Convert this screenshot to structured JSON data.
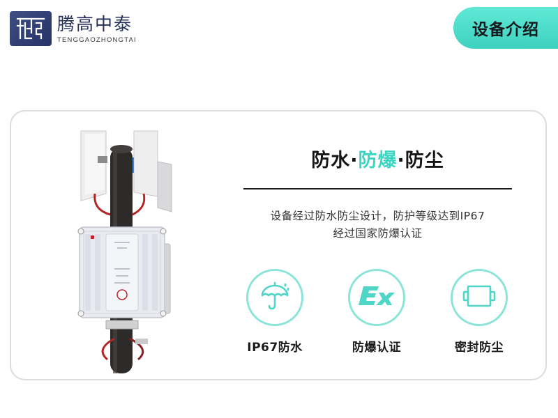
{
  "header": {
    "brand_cn": "腾高中泰",
    "brand_en": "TENGGAOZHONGTAI",
    "logo_icon": "brand-logo-mark",
    "intro_tab_label": "设备介绍"
  },
  "feature_section": {
    "title_part1": "防水·",
    "title_accent": "防爆",
    "title_part3": "·防尘",
    "description_line1": "设备经过防水防尘设计，防护等级达到IP67",
    "description_line2": "经过国家防爆认证",
    "features": [
      {
        "label": "IP67防水",
        "icon": "umbrella-rain-icon"
      },
      {
        "label": "防爆认证",
        "icon": "ex-mark-icon"
      },
      {
        "label": "密封防尘",
        "icon": "sealed-box-icon"
      }
    ]
  },
  "colors": {
    "accent": "#3ad6c4",
    "tab": "#4ddcc9",
    "logo": "#33427a",
    "icon_circle": "#8ae4d8"
  }
}
